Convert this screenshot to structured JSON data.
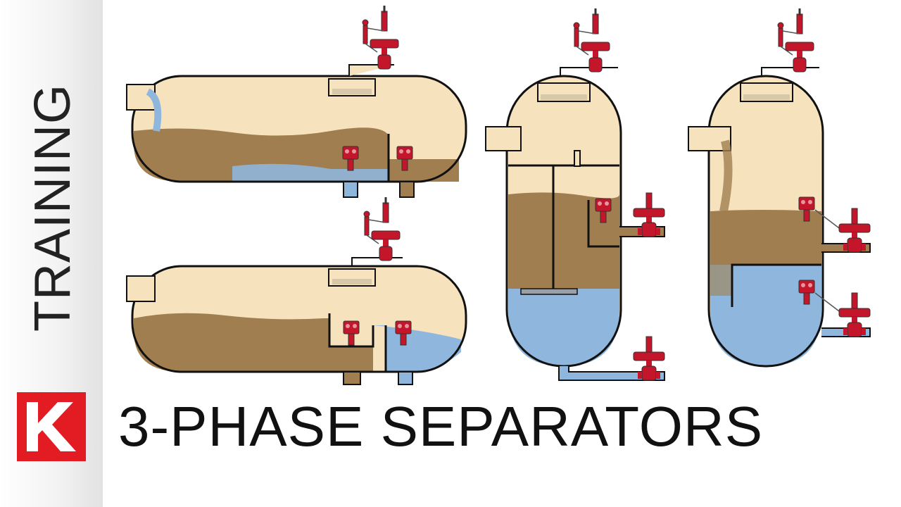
{
  "sidebar": {
    "label": "TRAINING"
  },
  "title": "3-PHASE SEPARATORS",
  "logo": {
    "letter": "K",
    "icon": "k-brand-logo",
    "color": "#e31b23"
  },
  "colors": {
    "gas": "#f6e3bd",
    "oil": "#a07e4f",
    "water": "#8fb6dc",
    "valve": "#c4162a",
    "outline": "#111111"
  },
  "diagrams": [
    "horizontal-separator-weir-top",
    "horizontal-separator-bucket-weir",
    "vertical-separator-downcomer",
    "vertical-separator-baffle"
  ]
}
